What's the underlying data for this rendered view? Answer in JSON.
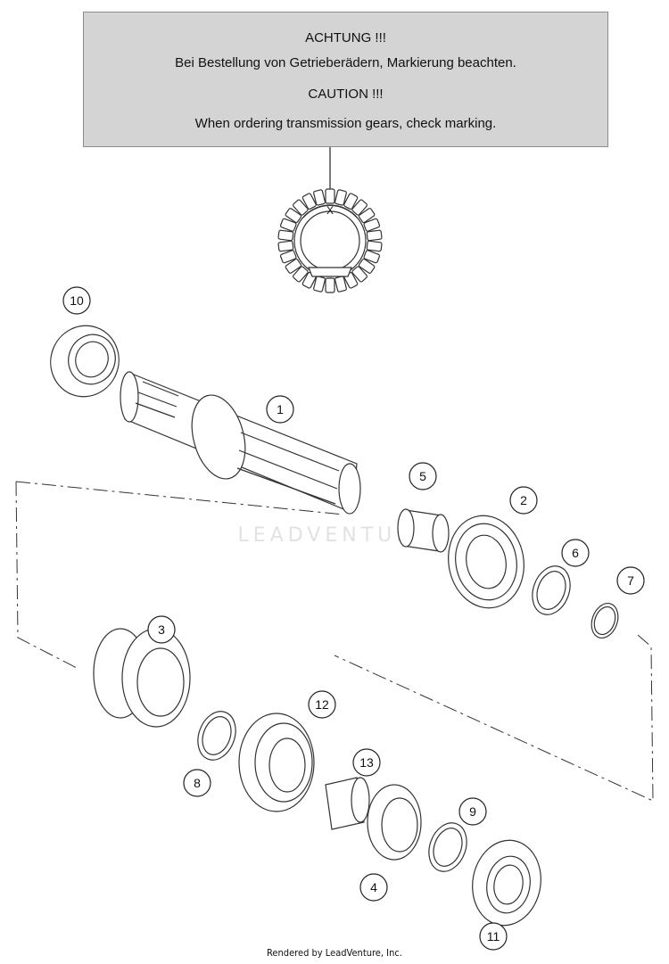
{
  "notice": {
    "line1": "ACHTUNG !!!",
    "line2": "Bei Bestellung von Getrieberädern, Markierung beachten.",
    "line3": "CAUTION !!!",
    "line4": "When ordering transmission gears, check marking."
  },
  "marking_letter": "X",
  "callouts": [
    "1",
    "2",
    "3",
    "4",
    "5",
    "6",
    "7",
    "8",
    "9",
    "10",
    "11",
    "12",
    "13"
  ],
  "watermark": "LEADVENTURE",
  "credit": "Rendered by LeadVenture, Inc."
}
